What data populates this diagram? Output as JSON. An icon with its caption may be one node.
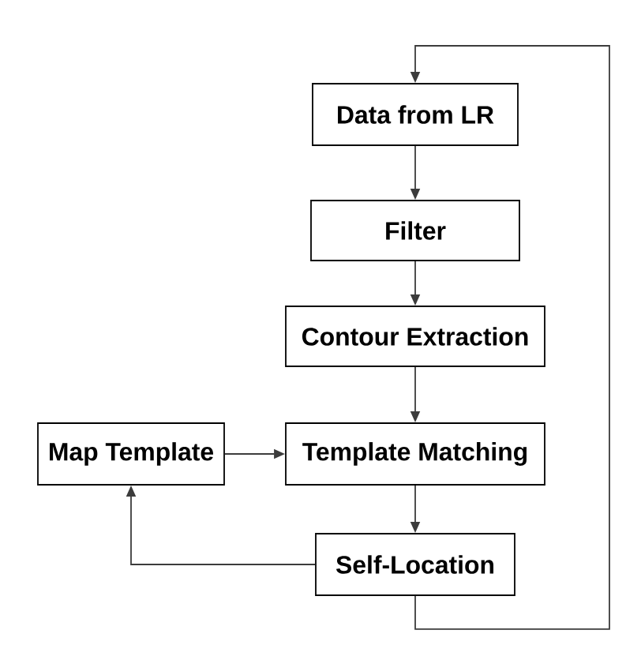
{
  "diagram": {
    "nodes": [
      {
        "text": [
          "Data from LR"
        ]
      },
      {
        "text": [
          "Filter"
        ]
      },
      {
        "text": [
          "Contour Extraction"
        ]
      },
      {
        "text": [
          "Map Template"
        ]
      },
      {
        "text": [
          "Template Matching"
        ]
      },
      {
        "text": [
          "Self-Location"
        ]
      }
    ],
    "edges": [
      {
        "from": 0,
        "to": 1,
        "arrow": "to"
      },
      {
        "from": 1,
        "to": 2,
        "arrow": "to"
      },
      {
        "from": 2,
        "to": 4,
        "arrow": "to"
      },
      {
        "from": 3,
        "to": 4,
        "arrow": "to"
      },
      {
        "from": 4,
        "to": 5,
        "arrow": "to"
      },
      {
        "from": 5,
        "to": 3,
        "arrow": "to"
      },
      {
        "from": 5,
        "to": 0,
        "arrow": "to"
      }
    ]
  }
}
